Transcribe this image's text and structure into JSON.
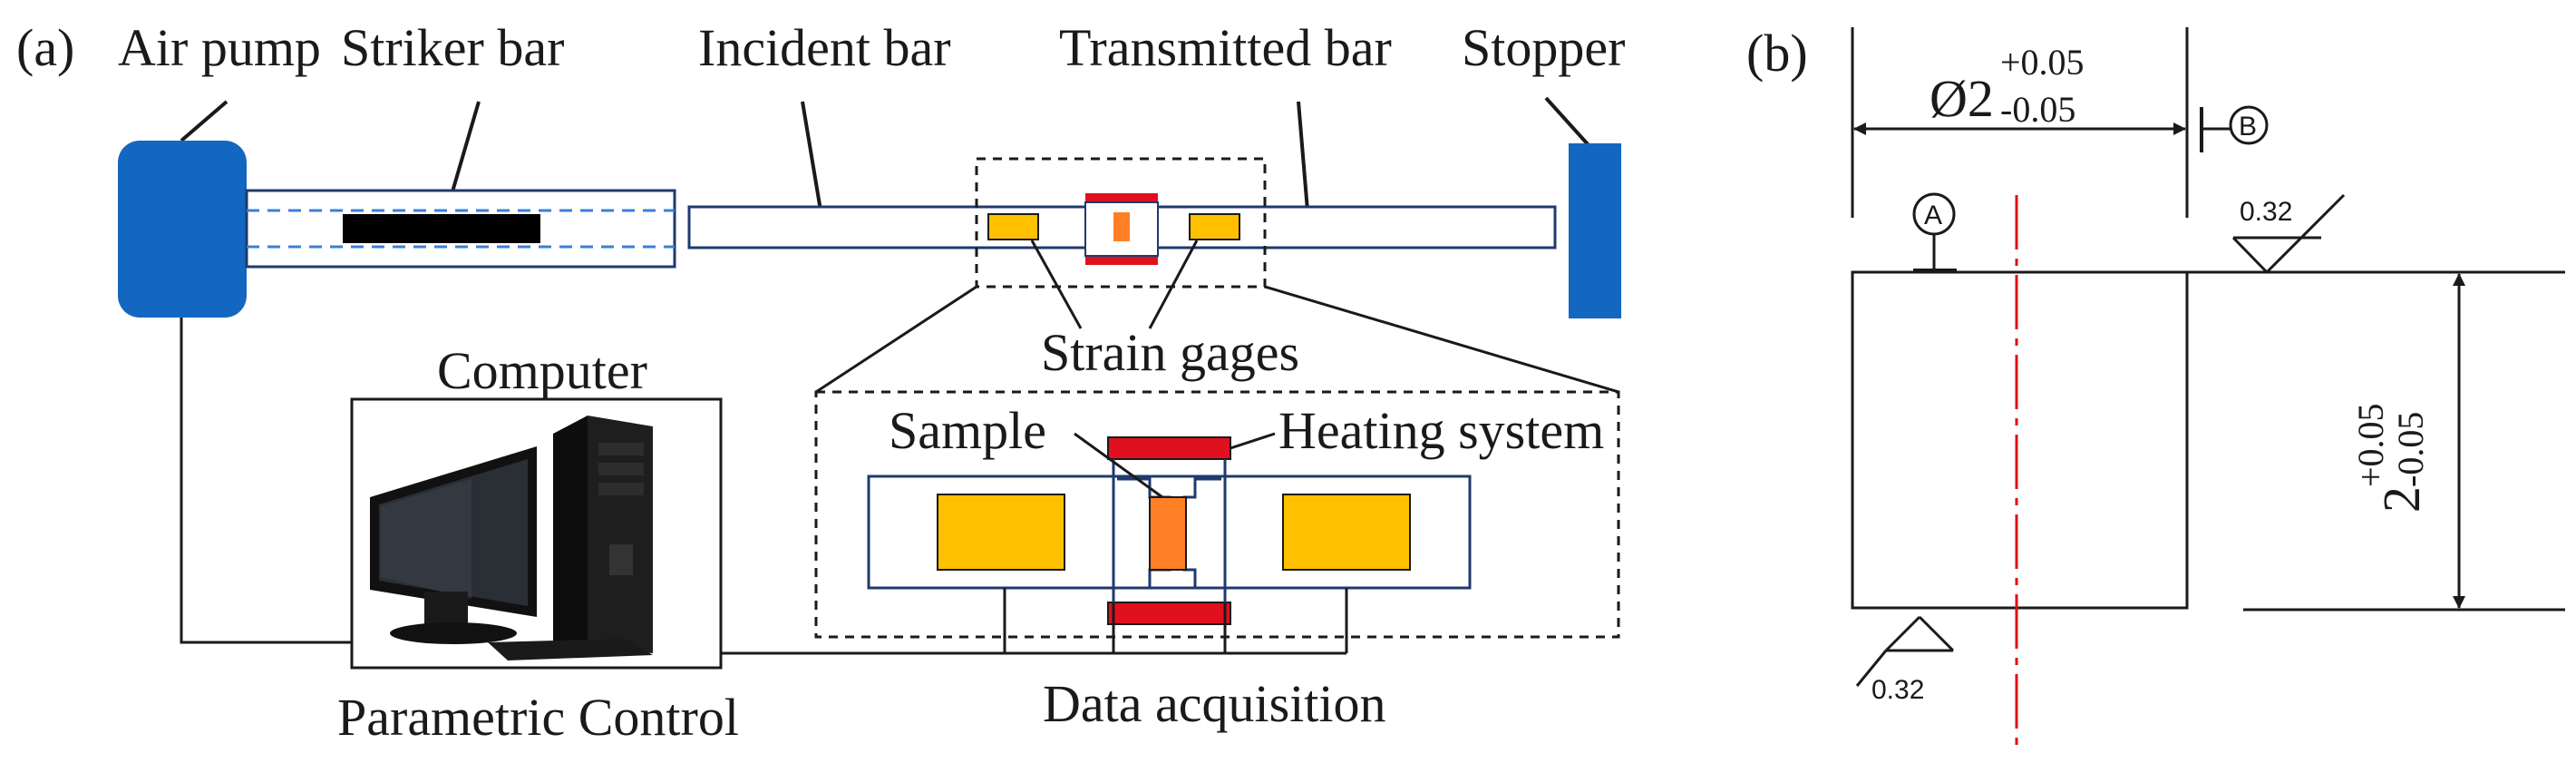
{
  "panel_a": {
    "tag": "(a)",
    "labels": {
      "air_pump": "Air pump",
      "striker_bar": "Striker bar",
      "incident_bar": "Incident bar",
      "transmitted_bar": "Transmitted bar",
      "stopper": "Stopper",
      "strain_gages": "Strain gages",
      "computer": "Computer",
      "sample": "Sample",
      "heating_system": "Heating system",
      "parametric_control": "Parametric Control",
      "data_acquisition": "Data acquisition"
    },
    "colors": {
      "pump_blue": "#1467c0",
      "bar_outline": "#1f3a6e",
      "striker_dashed": "#3b7fd9",
      "gage_yellow": "#ffc000",
      "sample_orange": "#ff7f27",
      "heater_red": "#e0101e",
      "line": "#1a1a1a"
    }
  },
  "panel_b": {
    "tag": "(b)",
    "diameter_dim": {
      "symbol": "Ø2",
      "upper_tol": "+0.05",
      "lower_tol": "-0.05"
    },
    "height_dim": {
      "nominal": "2",
      "upper_tol": "+0.05",
      "lower_tol": "-0.05"
    },
    "datum_a": "A",
    "datum_b": "B",
    "roughness_top": "0.32",
    "roughness_bottom": "0.32",
    "colors": {
      "centerline": "#e01010"
    }
  }
}
